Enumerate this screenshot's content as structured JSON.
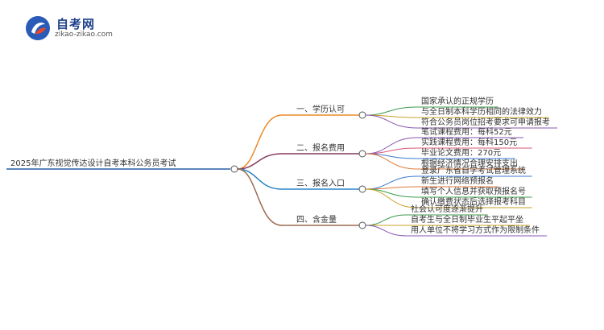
{
  "site": {
    "name": "自考网",
    "domain": "zikao-zikao.com"
  },
  "root": "2025年广东视觉传达设计自考本科公务员考试",
  "branches": [
    {
      "label": "一、学历认可",
      "color": "#ec8a2a",
      "leaves": [
        "国家承认的正规学历",
        "与全日制本科学历相同的法律效力",
        "符合公务员岗位招考要求可申请报考"
      ]
    },
    {
      "label": "二、报名费用",
      "color": "#85385a",
      "leaves": [
        "笔试课程费用：每科52元",
        "实践课程费用：每科150元",
        "毕业论文费用：270元",
        "根据经济情况合理安排支出"
      ]
    },
    {
      "label": "三、报名入口",
      "color": "#2b86c5",
      "leaves": [
        "登录广东省自学考试管理系统",
        "新生进行网络预报名",
        "填写个人信息并获取预报名号",
        "确认缴费状态后选择报考科目"
      ]
    },
    {
      "label": "四、含金量",
      "color": "#9b6a50",
      "leaves": [
        "社会认可度逐渐提升",
        "自考生与全日制毕业生平起平坐",
        "用人单位不将学习方式作为限制条件"
      ]
    }
  ],
  "leaf_colors": [
    "#3c9b4e",
    "#c9a227",
    "#8a55b3",
    "#d9577a",
    "#3b7bd0",
    "#e07a3a"
  ]
}
